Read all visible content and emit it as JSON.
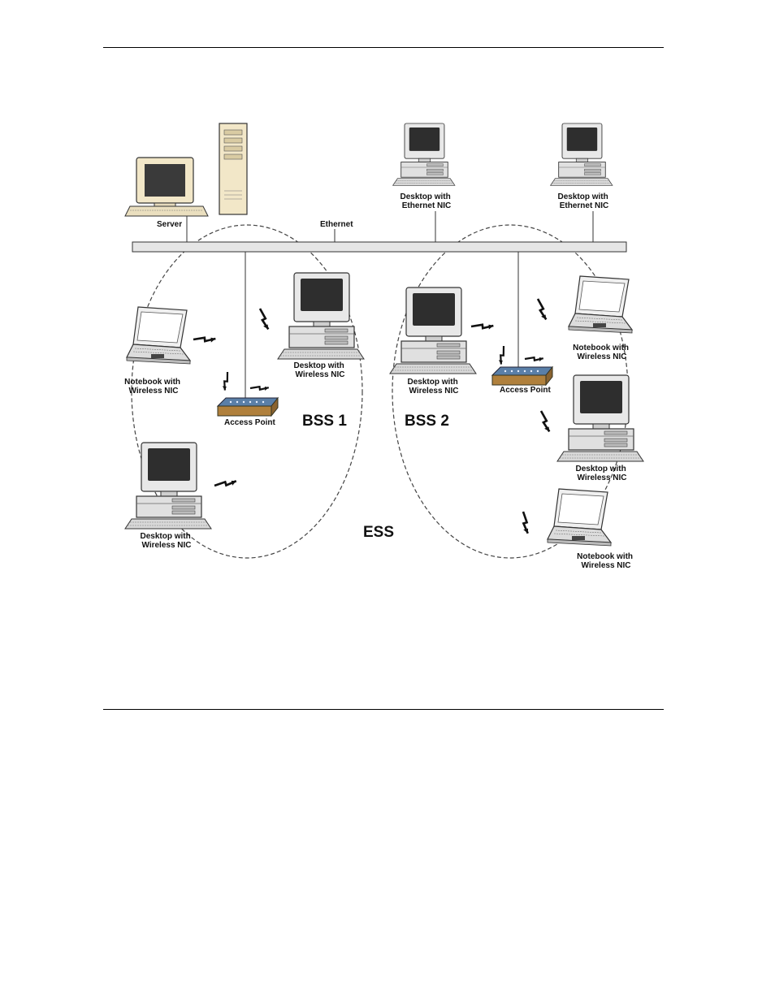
{
  "labels": {
    "server": "Server",
    "ethernet": "Ethernet",
    "desktop_eth_1": [
      "Desktop with",
      "Ethernet NIC"
    ],
    "desktop_eth_2": [
      "Desktop with",
      "Ethernet NIC"
    ],
    "notebook_left": [
      "Notebook with",
      "Wireless NIC"
    ],
    "desktop_bss1_top": [
      "Desktop with",
      "Wireless NIC"
    ],
    "desktop_bss1_bottom": [
      "Desktop with",
      "Wireless NIC"
    ],
    "desktop_bss2_left": [
      "Desktop with",
      "Wireless NIC"
    ],
    "notebook_right_top": [
      "Notebook with",
      "Wireless NIC"
    ],
    "desktop_right": [
      "Desktop with",
      "Wireless NIC"
    ],
    "notebook_right_bottom": [
      "Notebook with",
      "Wireless NIC"
    ],
    "access_point_1": "Access Point",
    "access_point_2": "Access Point",
    "bss1": "BSS 1",
    "bss2": "BSS 2",
    "ess": "ESS"
  },
  "colors": {
    "ethernet_bus": "#e6e6e6",
    "monitor_body": "#e8e8e8",
    "screen": "#2e2e2e",
    "access_point_top": "#5a7fa8",
    "access_point_front": "#b0803c",
    "server_beige": "#f2e7c8"
  },
  "icons": {
    "server": "server-computer-icon",
    "desktop": "desktop-computer-icon",
    "notebook": "notebook-computer-icon",
    "access_point": "access-point-icon",
    "signal": "wireless-signal-icon"
  }
}
